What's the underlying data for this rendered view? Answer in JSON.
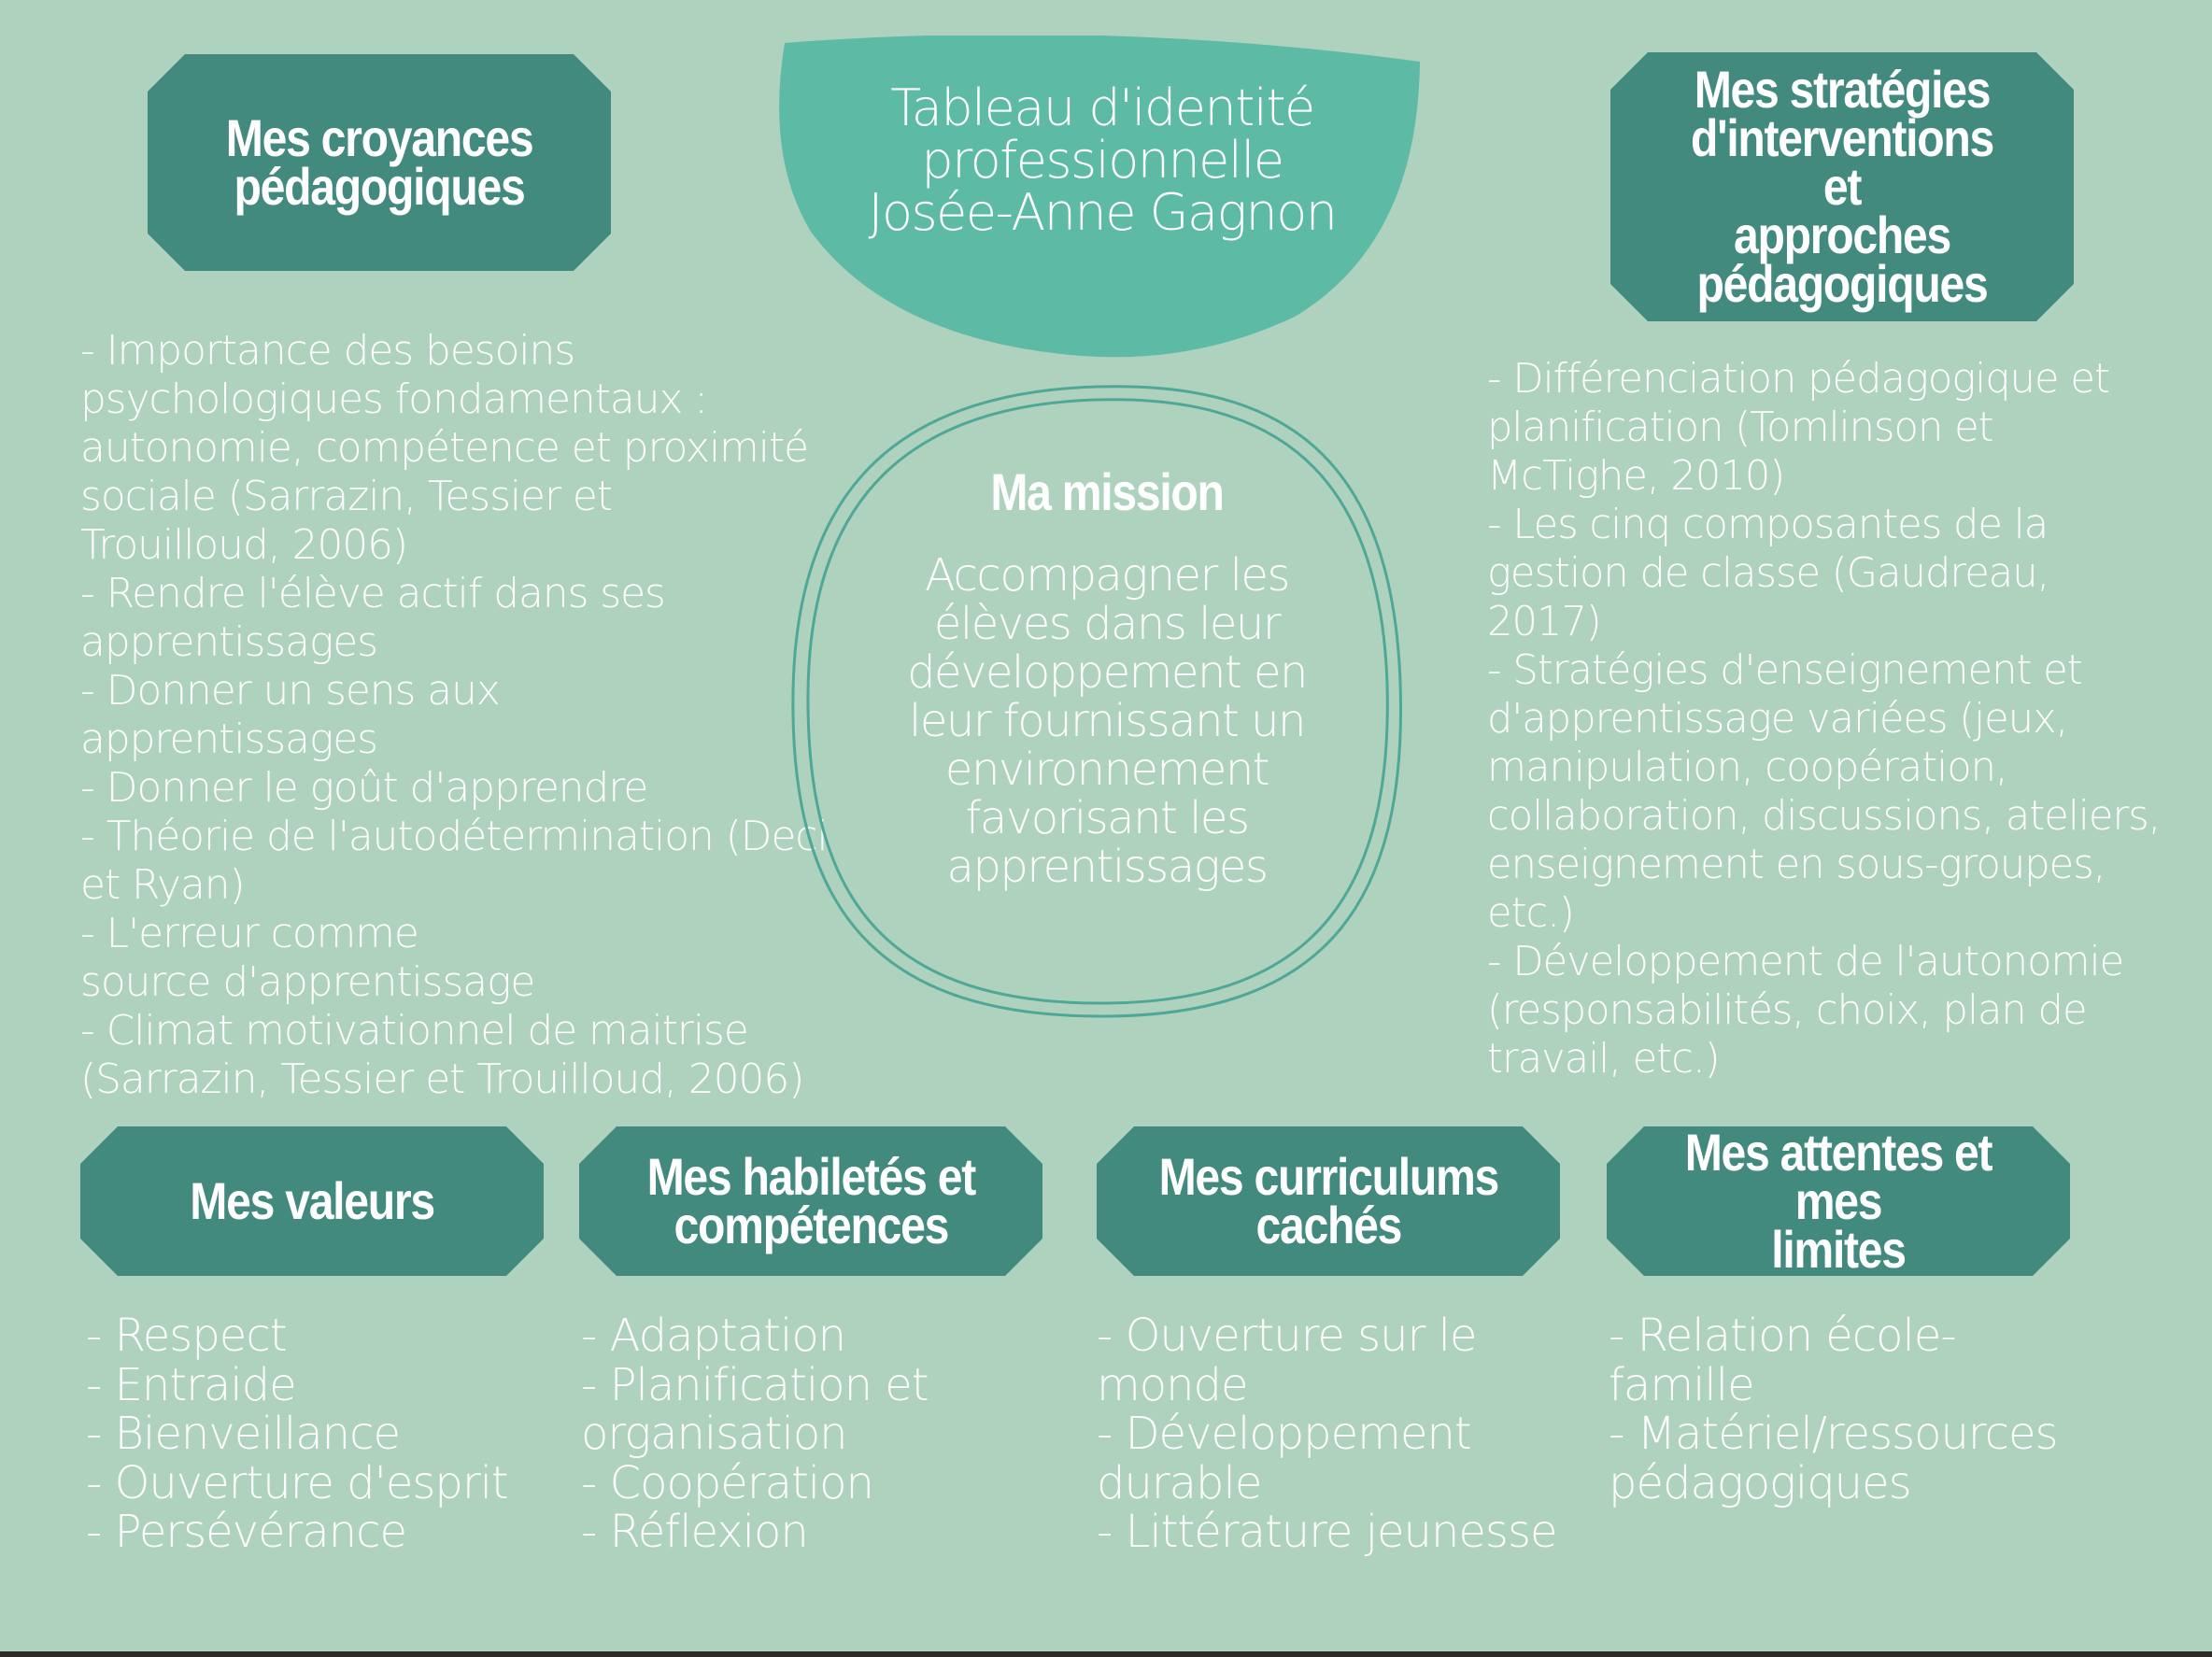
{
  "title": {
    "lines": [
      "Tableau d'identité",
      "professionnelle",
      "Josée-Anne Gagnon"
    ]
  },
  "croyances": {
    "heading": "Mes croyances\npédagogiques",
    "lines": [
      "- Importance des besoins",
      "psychologiques fondamentaux :",
      "autonomie, compétence et proximité",
      "sociale (Sarrazin, Tessier et",
      "Trouilloud, 2006)",
      "- Rendre l'élève actif dans ses",
      "apprentissages",
      "- Donner un sens aux",
      "apprentissages",
      "- Donner le goût d'apprendre",
      "- Théorie de l'autodétermination (Deci",
      "et Ryan)",
      "- L'erreur comme",
      "source d'apprentissage",
      "- Climat motivationnel de maitrise",
      "(Sarrazin, Tessier et Trouilloud, 2006)"
    ]
  },
  "strategies": {
    "heading": "Mes stratégies\nd'interventions et\napproches\npédagogiques",
    "lines": [
      "- Différenciation pédagogique et",
      "planification (Tomlinson et",
      "McTighe, 2010)",
      "- Les cinq composantes de la",
      "gestion de classe  (Gaudreau,",
      "2017)",
      "- Stratégies d'enseignement et",
      "d'apprentissage variées (jeux,",
      "manipulation, coopération,",
      "collaboration, discussions, ateliers,",
      "enseignement en sous-groupes,",
      "etc.)",
      "- Développement de l'autonomie",
      "(responsabilités, choix, plan de",
      "travail, etc.)"
    ]
  },
  "mission": {
    "heading": "Ma mission",
    "lines": [
      "Accompagner les",
      "élèves dans leur",
      "développement en",
      "leur fournissant un",
      "environnement",
      "favorisant les",
      "apprentissages"
    ]
  },
  "valeurs": {
    "heading": "Mes valeurs",
    "items": [
      "- Respect",
      "- Entraide",
      "- Bienveillance",
      "- Ouverture d'esprit",
      "- Persévérance"
    ]
  },
  "habiletes": {
    "heading": "Mes habiletés et\ncompétences",
    "items": [
      "- Adaptation",
      "- Planification et",
      "organisation",
      "- Coopération",
      "- Réflexion"
    ]
  },
  "curriculums": {
    "heading": "Mes curriculums\ncachés",
    "items": [
      "- Ouverture sur le",
      "monde",
      "- Développement",
      "durable",
      "- Littérature jeunesse"
    ]
  },
  "attentes": {
    "heading": "Mes attentes et mes\nlimites",
    "items": [
      "- Relation école-",
      "famille",
      "- Matériel/ressources",
      "pédagogiques"
    ]
  },
  "colors": {
    "background": "#aed2be",
    "badge": "#438a7e",
    "bowl": "#5dbaa5",
    "ring": "#4fa896",
    "text": "#ffffff"
  }
}
